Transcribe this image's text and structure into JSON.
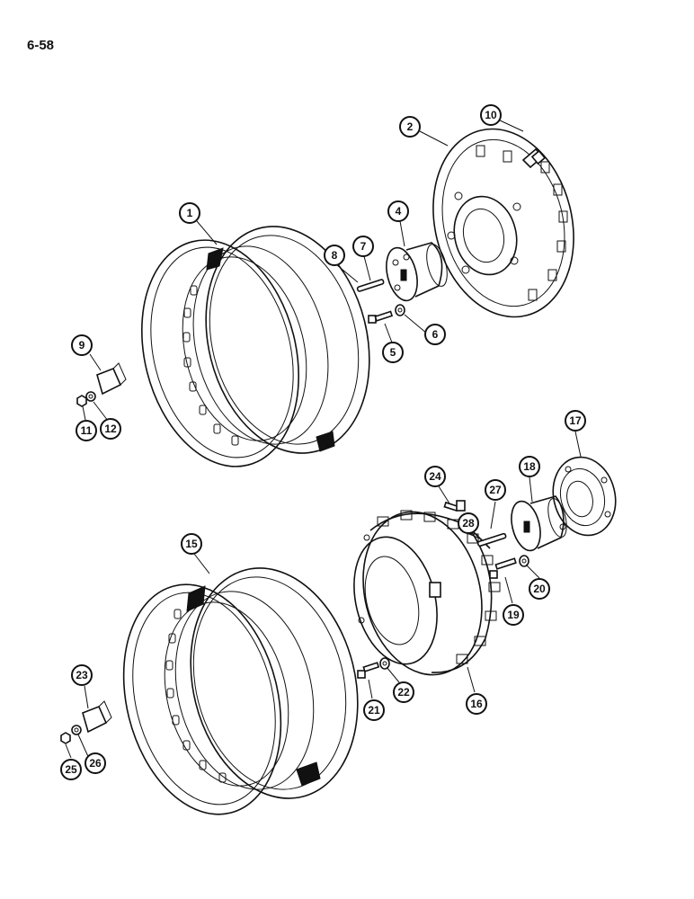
{
  "page_number": "6-58",
  "callouts": [
    {
      "id": "c1",
      "label": "1"
    },
    {
      "id": "c2",
      "label": "2"
    },
    {
      "id": "c4",
      "label": "4"
    },
    {
      "id": "c5",
      "label": "5"
    },
    {
      "id": "c6",
      "label": "6"
    },
    {
      "id": "c7",
      "label": "7"
    },
    {
      "id": "c8",
      "label": "8"
    },
    {
      "id": "c9",
      "label": "9"
    },
    {
      "id": "c10",
      "label": "10"
    },
    {
      "id": "c11",
      "label": "11"
    },
    {
      "id": "c12",
      "label": "12"
    },
    {
      "id": "c15",
      "label": "15"
    },
    {
      "id": "c16",
      "label": "16"
    },
    {
      "id": "c17",
      "label": "17"
    },
    {
      "id": "c18",
      "label": "18"
    },
    {
      "id": "c19",
      "label": "19"
    },
    {
      "id": "c20",
      "label": "20"
    },
    {
      "id": "c21",
      "label": "21"
    },
    {
      "id": "c22",
      "label": "22"
    },
    {
      "id": "c23",
      "label": "23"
    },
    {
      "id": "c24",
      "label": "24"
    },
    {
      "id": "c25",
      "label": "25"
    },
    {
      "id": "c26",
      "label": "26"
    },
    {
      "id": "c27",
      "label": "27"
    },
    {
      "id": "c28",
      "label": "28"
    }
  ]
}
